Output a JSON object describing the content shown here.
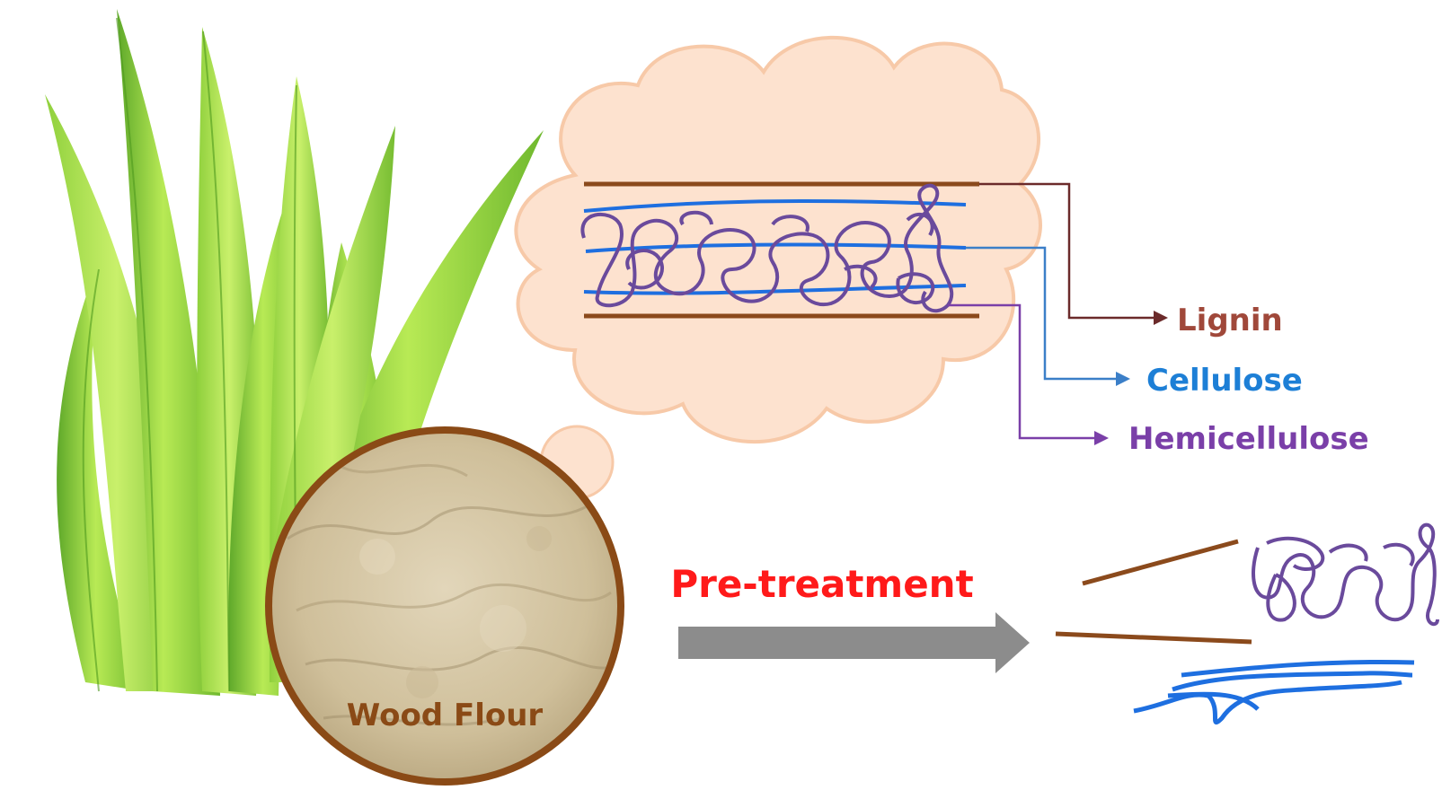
{
  "labels": {
    "lignin": "Lignin",
    "cellulose": "Cellulose",
    "hemicellulose": "Hemicellulose",
    "wood_flour": "Wood Flour",
    "pretreatment": "Pre-treatment"
  },
  "colors": {
    "lignin": "#8b4a1c",
    "lignin_text": "#a0483a",
    "cellulose": "#1e6fe0",
    "cellulose_text": "#1d7fd6",
    "hemicellulose": "#6a4a9c",
    "hemicellulose_text": "#7a3fa8",
    "pretreatment_text": "#ff1a1a",
    "arrow": "#8c8c8c",
    "cloud_fill": "#fde2cf",
    "cloud_stroke": "#f7c9a8",
    "flour_ring": "#8a4a16",
    "flour_fill": "#d8c9a8",
    "grass_light": "#9ad63a",
    "grass_dark": "#4e9a1e"
  }
}
